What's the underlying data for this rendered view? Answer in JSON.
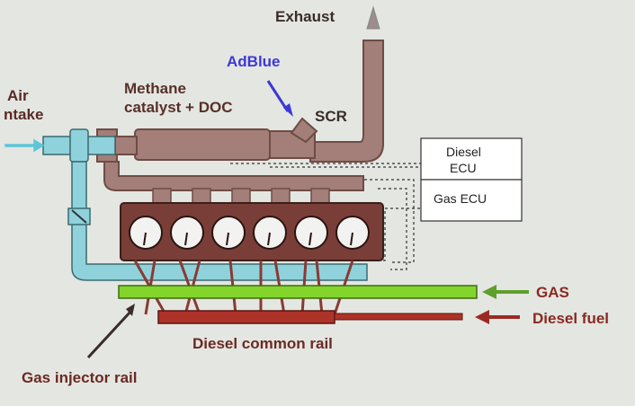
{
  "labels": {
    "exhaust": "Exhaust",
    "adblue": "AdBlue",
    "air_intake_line1": "Air",
    "air_intake_line2": "ntake",
    "methane_line1": "Methane",
    "methane_line2": "catalyst + DOC",
    "scr": "SCR",
    "diesel_ecu_line1": "Diesel",
    "diesel_ecu_line2": "ECU",
    "gas_ecu": "Gas ECU",
    "gas": "GAS",
    "diesel_fuel": "Diesel fuel",
    "diesel_common_rail": "Diesel common rail",
    "gas_injector_rail": "Gas injector rail"
  },
  "colors": {
    "background": "#e4e6e1",
    "exhaust_pipe": "#a47e78",
    "exhaust_outline": "#6e4c46",
    "air_intake": "#8fd2dc",
    "air_arrow": "#5cc6d8",
    "engine_block": "#7a3e38",
    "gas_rail": "#83d52c",
    "diesel_rail": "#ad3228",
    "adblue": "#3c38d8",
    "ecu_box": "#ffffff"
  },
  "cylinder_count": 6
}
